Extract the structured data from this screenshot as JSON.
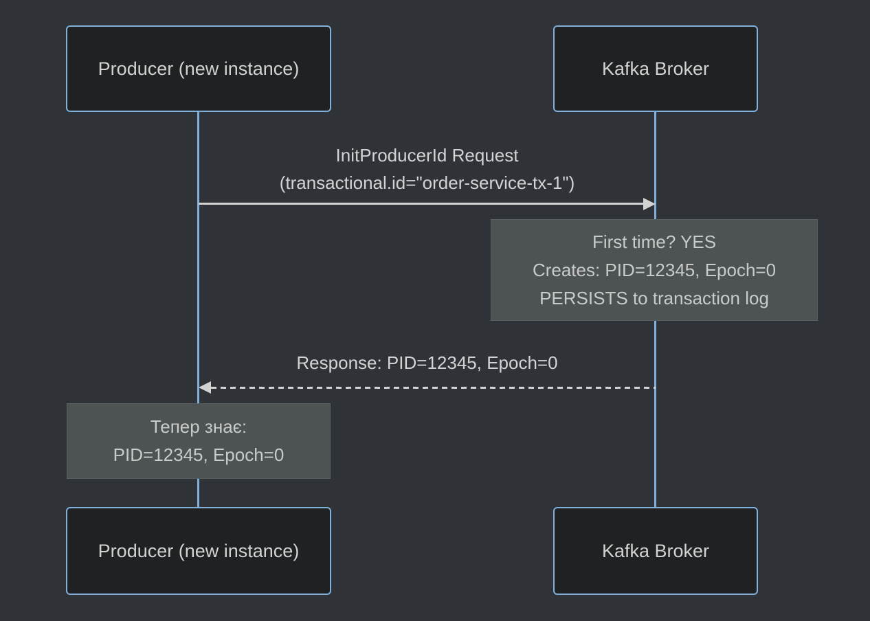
{
  "diagram": {
    "type": "sequence",
    "actors": [
      {
        "id": "producer",
        "label": "Producer (new instance)"
      },
      {
        "id": "kafka",
        "label": "Kafka Broker"
      }
    ],
    "messages": [
      {
        "from": "producer",
        "to": "kafka",
        "line_style": "solid",
        "arrowhead": "filled-right",
        "label_lines": [
          "InitProducerId Request",
          "(transactional.id=\"order-service-tx-1\")"
        ]
      },
      {
        "from": "kafka",
        "to": "producer",
        "line_style": "dashed",
        "arrowhead": "filled-left",
        "label_lines": [
          "Response: PID=12345, Epoch=0"
        ]
      }
    ],
    "notes": [
      {
        "position": "right-of-kafka-broker",
        "lines": [
          "First time? YES",
          "Creates: PID=12345, Epoch=0",
          "PERSISTS to transaction log"
        ]
      },
      {
        "position": "over-producer",
        "lines": [
          "Тепер знає:",
          "PID=12345, Epoch=0"
        ]
      }
    ],
    "colors": {
      "background": "#2f3338",
      "actor_fill": "#1f2122",
      "actor_border": "#81b1db",
      "actor_text": "#d2d2d2",
      "lifeline": "#81b1db",
      "signal_line": "#d3d3d3",
      "signal_text": "#d3d3d3",
      "note_fill": "#4d5253",
      "note_text": "#c9caca"
    }
  }
}
